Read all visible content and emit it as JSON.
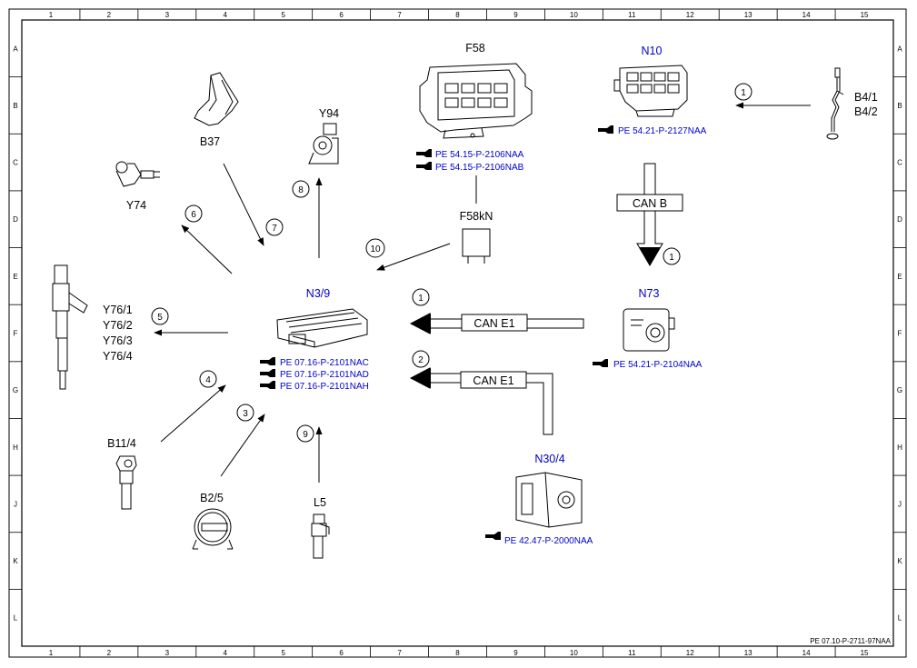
{
  "grid": {
    "columns": [
      "1",
      "2",
      "3",
      "4",
      "5",
      "6",
      "7",
      "8",
      "9",
      "10",
      "11",
      "12",
      "13",
      "14",
      "15"
    ],
    "rows": [
      "A",
      "B",
      "C",
      "D",
      "E",
      "F",
      "G",
      "H",
      "J",
      "K",
      "L"
    ]
  },
  "components": {
    "f58": {
      "label": "F58",
      "refs": [
        "PE 54.15-P-2106NAA",
        "PE 54.15-P-2106NAB"
      ]
    },
    "n10": {
      "label": "N10",
      "refs": [
        "PE 54.21-P-2127NAA"
      ]
    },
    "b4": {
      "label_1": "B4/1",
      "label_2": "B4/2"
    },
    "b37": {
      "label": "B37"
    },
    "y94": {
      "label": "Y94"
    },
    "y74": {
      "label": "Y74"
    },
    "f58kn": {
      "label": "F58kN"
    },
    "n39": {
      "label": "N3/9",
      "refs": [
        "PE 07.16-P-2101NAC",
        "PE 07.16-P-2101NAD",
        "PE 07.16-P-2101NAH"
      ]
    },
    "y76": {
      "labels": [
        "Y76/1",
        "Y76/2",
        "Y76/3",
        "Y76/4"
      ]
    },
    "n73": {
      "label": "N73",
      "refs": [
        "PE 54.21-P-2104NAA"
      ]
    },
    "b114": {
      "label": "B11/4"
    },
    "b25": {
      "label": "B2/5"
    },
    "l5": {
      "label": "L5"
    },
    "n304": {
      "label": "N30/4",
      "refs": [
        "PE 42.47-P-2000NAA"
      ]
    }
  },
  "buses": {
    "can_b": "CAN B",
    "can_e1_top": "CAN E1",
    "can_e1_bottom": "CAN E1"
  },
  "signals": {
    "s1_b4": "1",
    "s1_canb": "1",
    "s1_cane1": "1",
    "s2_cane1": "2",
    "s3": "3",
    "s4": "4",
    "s5": "5",
    "s6": "6",
    "s7": "7",
    "s8": "8",
    "s9": "9",
    "s10": "10"
  },
  "footer": {
    "doc_ref": "PE 07.10-P-2711-97NAA"
  }
}
